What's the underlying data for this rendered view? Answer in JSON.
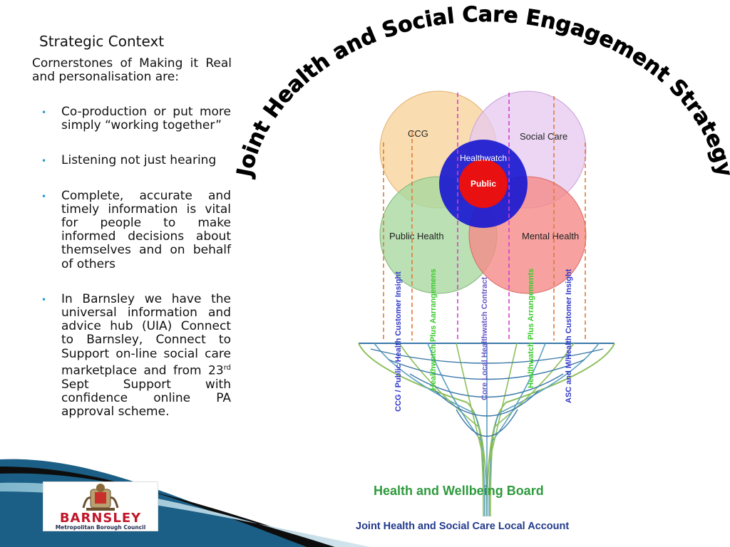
{
  "slide": {
    "title": "Strategic Context",
    "intro": "Cornerstones of Making it Real and personalisation are:",
    "bullets": [
      "Co-production or put more simply “working together”",
      "Listening not just hearing",
      "Complete, accurate and timely information is vital for people to make informed decisions about themselves and on behalf of others"
    ],
    "bullet4": {
      "before": "In Barnsley we have the universal information and advice hub (UIA) Connect to Barnsley, Connect to Support on-line social care marketplace and from 23",
      "sup": "rd",
      "after": " Sept Support with confidence online PA approval scheme."
    }
  },
  "diagram": {
    "arc_title": "Joint Health and Social Care Engagement Strategy",
    "circles": {
      "ccg": "CCG",
      "social_care": "Social Care",
      "public_health": "Public Health",
      "mental_health": "Mental Health",
      "healthwatch": "Healthwatch",
      "public": "Public"
    },
    "vertical_labels": {
      "ccg_insight": "CCG / Public Health Customer Insight",
      "hw_plus_left": "Healthwatch Plus Aarrangemens",
      "core_contract": "Core Local Healthwatch Contract",
      "hw_plus_right": "Healthwatch Plus Arrangements",
      "asc_insight": "ASC and M/Health Customer Insight"
    },
    "board_label": "Health and Wellbeing Board",
    "account_label": "Joint Health and Social Care Local Account"
  },
  "logo": {
    "name": "BARNSLEY",
    "subtitle": "Metropolitan Borough Council"
  },
  "colors": {
    "accent_blue": "#1f9bd7",
    "ccg": "#f7d49c",
    "social_care": "#e6c8ef",
    "public_health": "#a9d8a0",
    "mental_health": "#f58b88",
    "healthwatch": "#1a1ad0",
    "public": "#e81010",
    "board_green": "#2f9a3d",
    "account_navy": "#223a8c"
  }
}
